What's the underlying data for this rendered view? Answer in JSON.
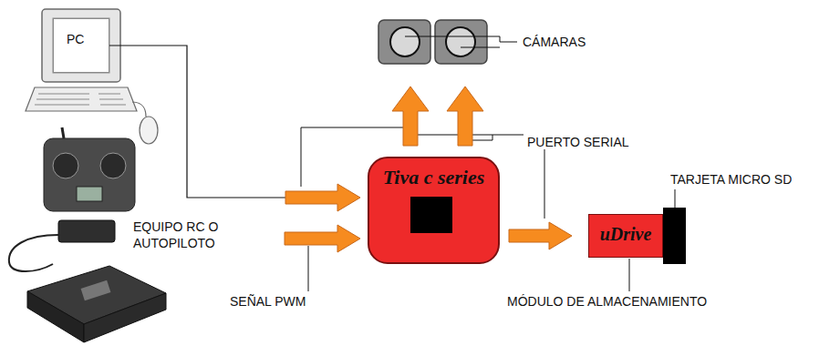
{
  "diagram": {
    "nodes": [
      {
        "text": [
          "PC"
        ]
      },
      {
        "text": [
          "Tiva c series"
        ]
      },
      {
        "text": [
          "uDrive"
        ]
      }
    ],
    "edges": [
      {
        "from": 0,
        "to": 1,
        "arrow": "to"
      },
      {
        "from": 1,
        "to": 2,
        "arrow": "to"
      }
    ],
    "labels": [
      "CÁMARAS",
      "PUERTO SERIAL",
      "TARJETA MICRO SD",
      "EQUIPO RC O AUTOPILOTO",
      "SEÑAL PWM",
      "MÓDULO DE ALMACENAMIENTO"
    ]
  }
}
